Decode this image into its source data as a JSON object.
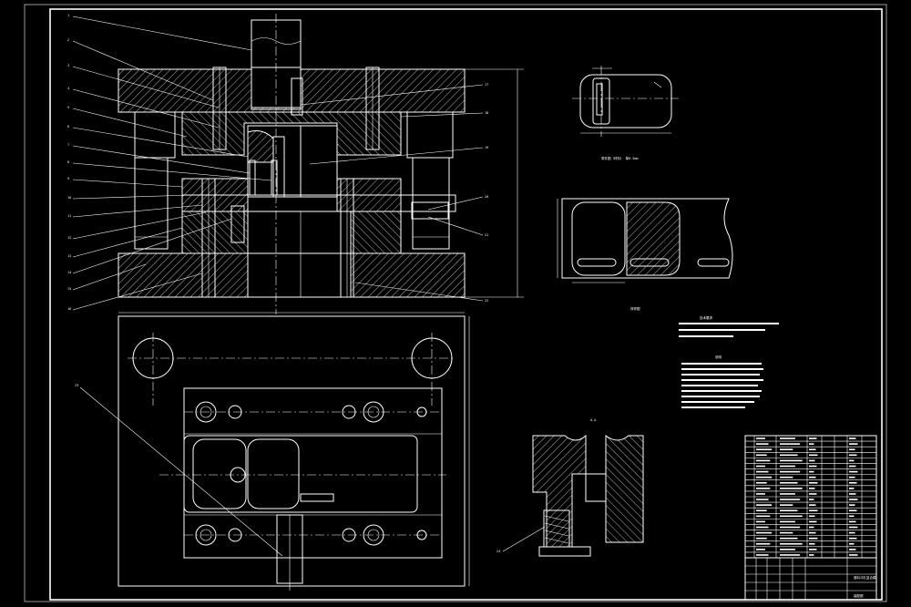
{
  "drawing": {
    "colors": {
      "background": "#000000",
      "line": "#ffffff"
    },
    "balloons_left": [
      "1",
      "2",
      "3",
      "4",
      "5",
      "6",
      "7",
      "8",
      "9",
      "10",
      "11",
      "12",
      "13",
      "14",
      "15",
      "16"
    ],
    "balloons_right": [
      "17",
      "18",
      "19",
      "20",
      "21",
      "22"
    ],
    "balloon_plan": "23",
    "balloon_detail": "24",
    "view_labels": {
      "part_view": "零件图（材料） 厚0.5mm",
      "layout_view": "排样图",
      "section_view": "A-A"
    },
    "requirements_title": "技术要求",
    "notes_title": "说明",
    "title_block": {
      "name": "落料冲孔复合模",
      "drawing_no": "装配图"
    }
  }
}
